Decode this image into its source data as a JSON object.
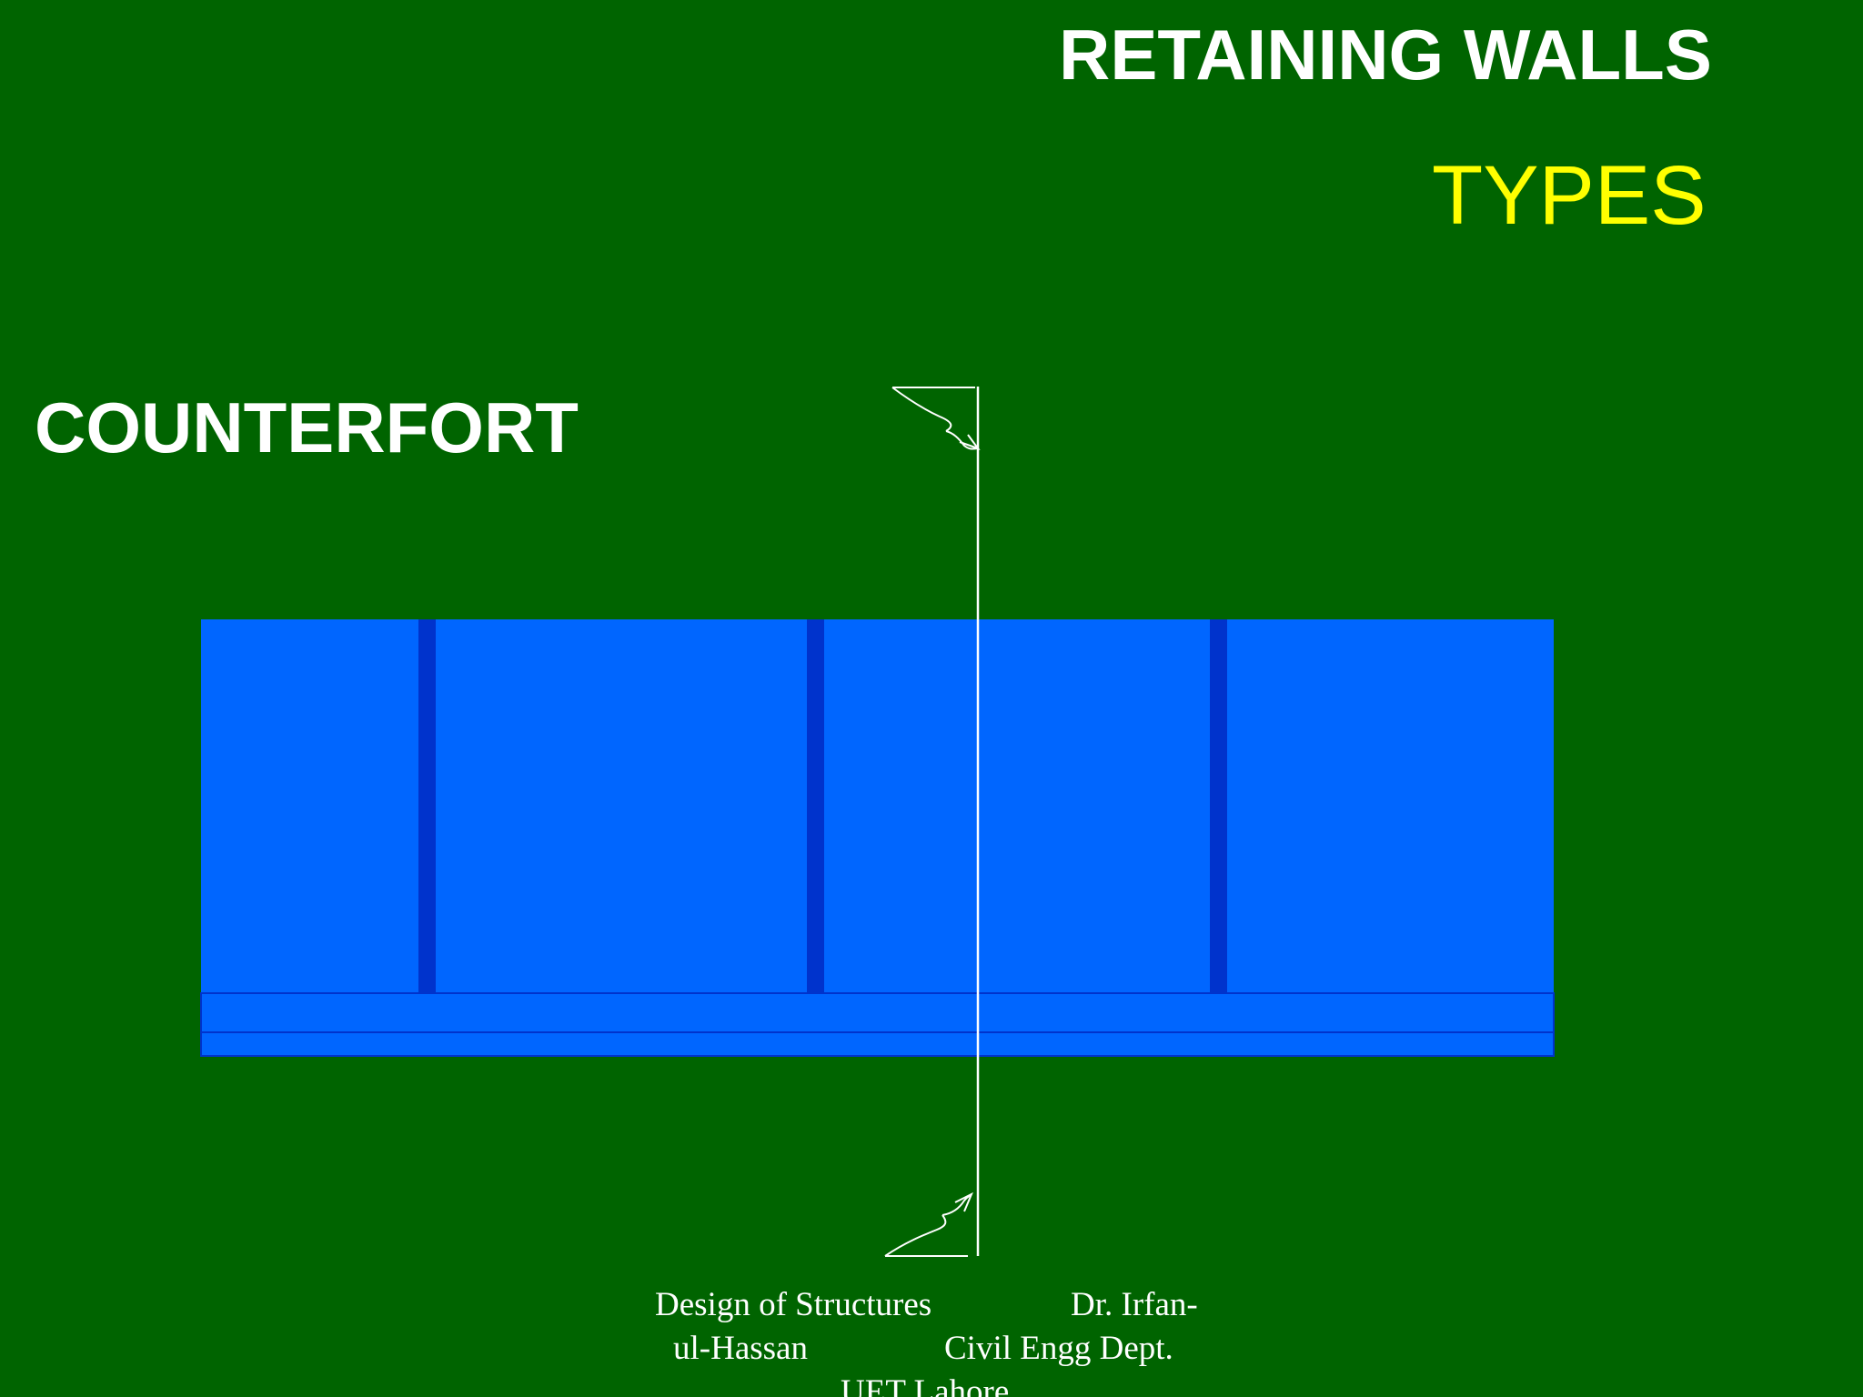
{
  "slide": {
    "title": "RETAINING WALLS",
    "subtitle": "TYPES",
    "wall_type_label": "COUNTERFORT"
  },
  "footer": {
    "line1_left": "Design of Structures",
    "line1_right": "Dr. Irfan-",
    "line2_left": "ul-Hassan",
    "line2_right": "Civil Engg Dept.",
    "line3": "UET Lahore"
  },
  "colors": {
    "background": "#006400",
    "wall": "#0066ff",
    "counterfort": "#0033cc",
    "title": "#ffffff",
    "subtitle": "#ffff00",
    "section_line": "#ffffff"
  },
  "diagram": {
    "view": "plan",
    "counterfort_count": 3,
    "section_marker_count": 2
  }
}
